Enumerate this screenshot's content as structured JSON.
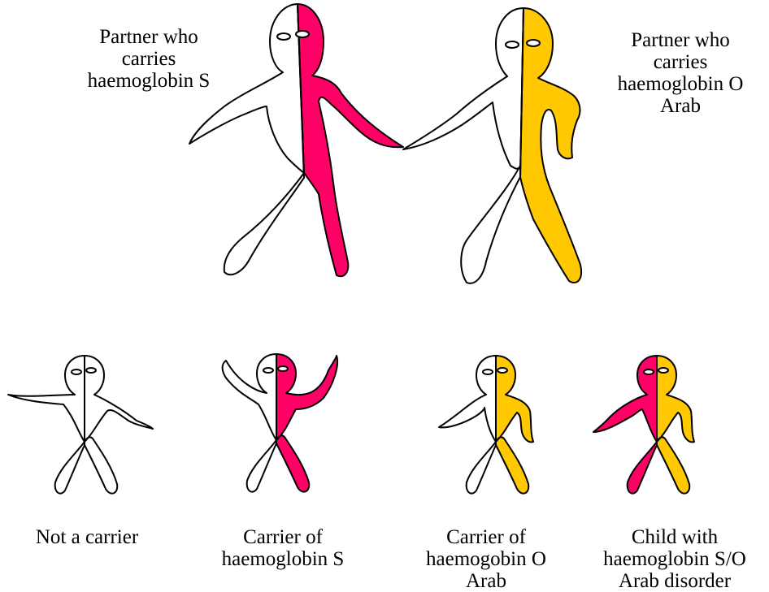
{
  "colors": {
    "haemoglobin_s": "#ff0066",
    "haemoglobin_o_arab": "#ffc800",
    "normal": "#ffffff",
    "outline": "#000000"
  },
  "parents": {
    "left_label": "Partner who\ncarries\nhaemoglobin S",
    "right_label": "Partner who\ncarries\nhaemoglobin O\nArab"
  },
  "children": [
    {
      "label": "Not a carrier",
      "left_half": "normal",
      "right_half": "normal"
    },
    {
      "label": "Carrier of\nhaemoglobin S",
      "left_half": "normal",
      "right_half": "haemoglobin_s"
    },
    {
      "label": "Carrier of\nhaemogobin O\nArab",
      "left_half": "normal",
      "right_half": "haemoglobin_o_arab"
    },
    {
      "label": "Child with\nhaemoglobin S/O\nArab disorder",
      "left_half": "haemoglobin_s",
      "right_half": "haemoglobin_o_arab"
    }
  ]
}
